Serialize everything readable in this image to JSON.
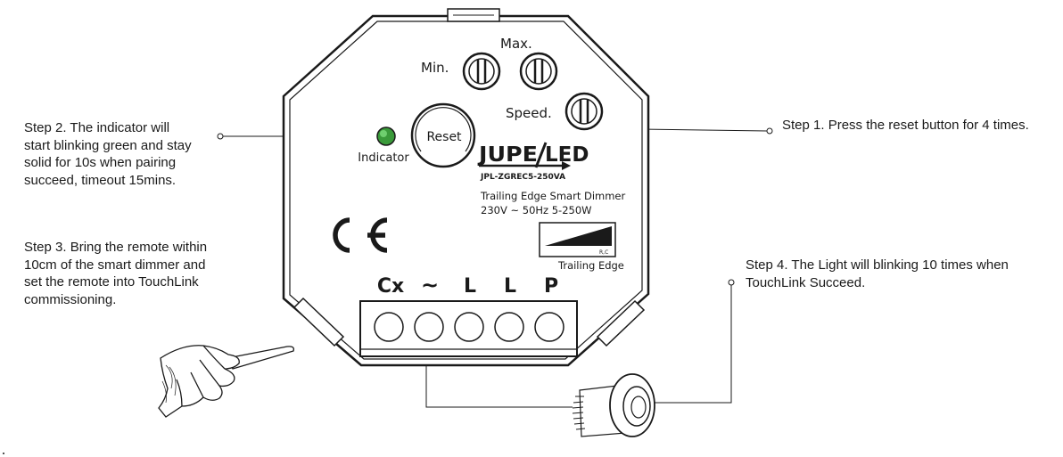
{
  "steps": {
    "step1": [
      "Step 1. Press the reset button for 4 times."
    ],
    "step2": [
      "Step 2. The indicator will",
      "start blinking green and stay",
      "solid for 10s when pairing",
      "succeed, timeout 15mins."
    ],
    "step3": [
      "Step 3. Bring the remote within",
      "10cm of the smart dimmer and",
      "set the remote into TouchLink",
      "commissioning."
    ],
    "step4": [
      "Step 4. The Light will blinking 10 times when",
      "TouchLink Succeed."
    ]
  },
  "device": {
    "knobs": {
      "min": "Min.",
      "max": "Max.",
      "speed": "Speed."
    },
    "reset": "Reset",
    "indicator": "Indicator",
    "brand": "JUPE LED",
    "model": "JPL-ZGREC5-250VA",
    "description": "Trailing Edge Smart Dimmer",
    "rating": "230V ~ 50Hz 5-250W",
    "trailing_edge_label": "Trailing Edge",
    "rc_label": "R,C",
    "ce_mark": "CE",
    "terminals": [
      "Cx",
      "~",
      "L",
      "L",
      "P"
    ]
  },
  "colors": {
    "indicator_led": "#3a9a3a",
    "line": "#1a1a1a",
    "background": "#ffffff"
  }
}
